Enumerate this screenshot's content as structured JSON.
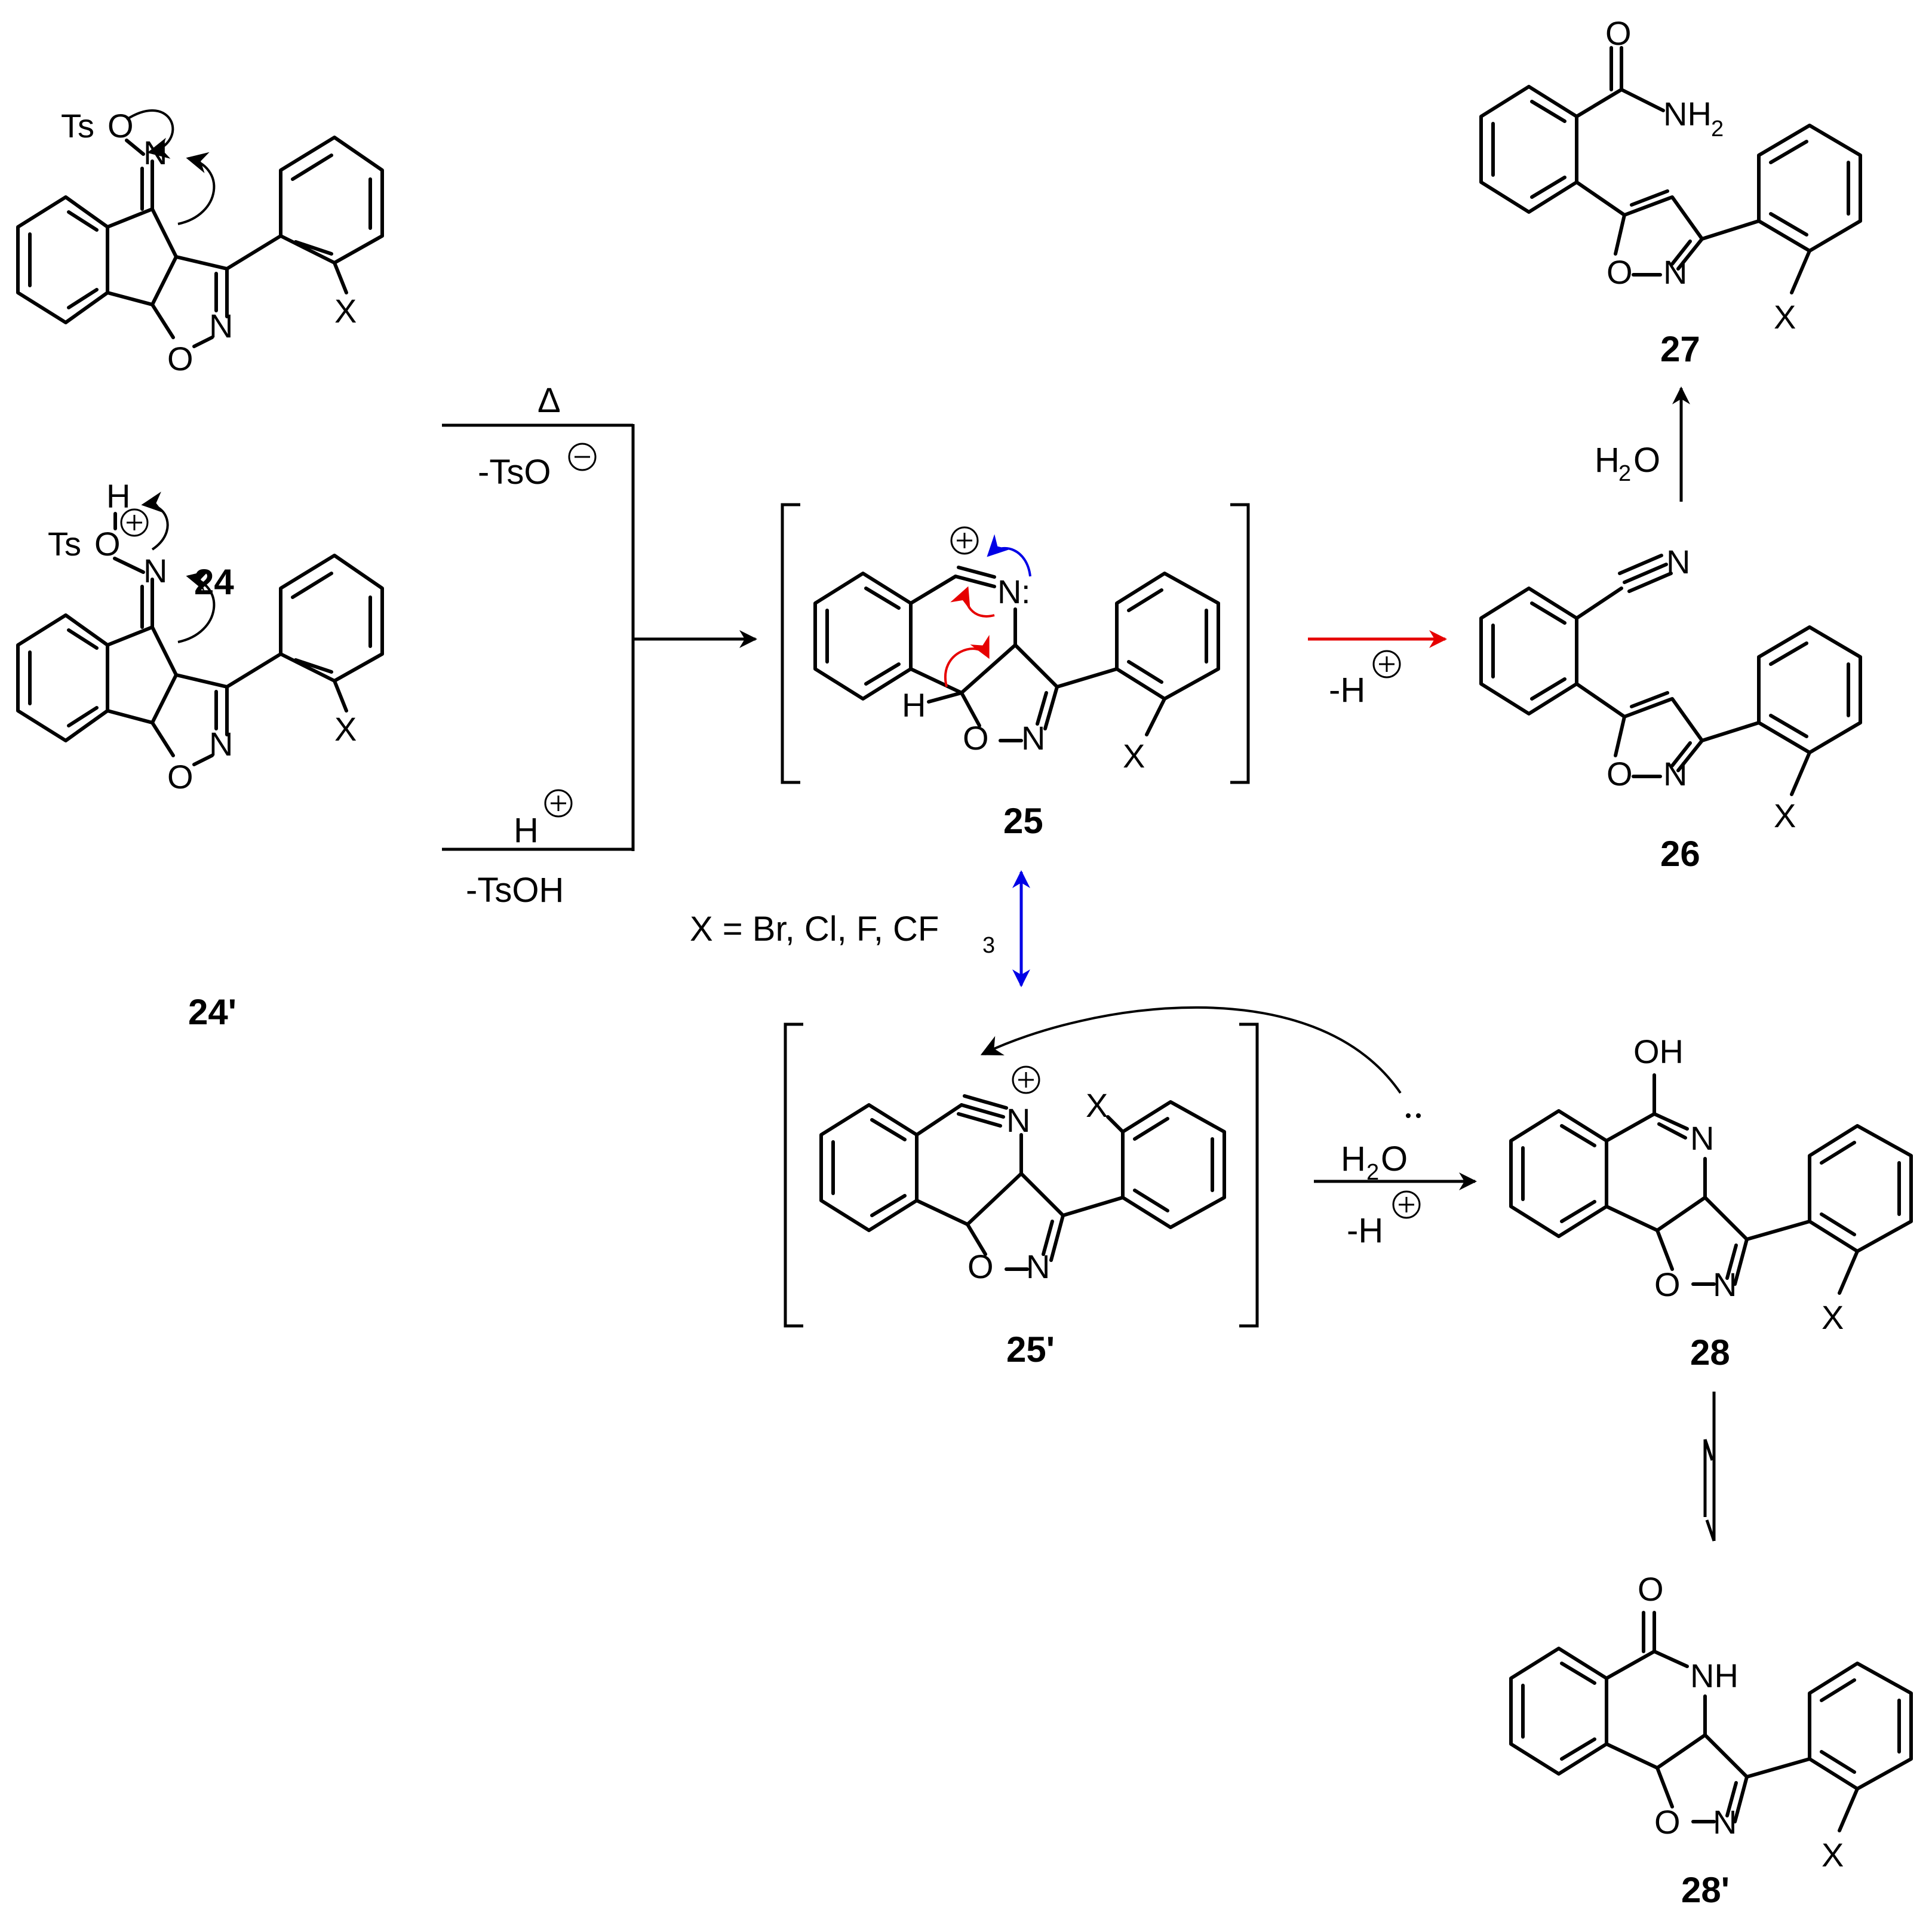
{
  "compounds": {
    "c24": {
      "label": "24"
    },
    "c24p": {
      "label": "24'"
    },
    "c25": {
      "label": "25"
    },
    "c25p": {
      "label": "25'"
    },
    "c26": {
      "label": "26"
    },
    "c27": {
      "label": "27"
    },
    "c28": {
      "label": "28"
    },
    "c28p": {
      "label": "28'"
    }
  },
  "atoms": {
    "ts": "Ts",
    "o": "O",
    "n": "N",
    "x": "X",
    "h": "H",
    "nh": "NH",
    "nh2_base": "NH",
    "nh2_sub": "2",
    "oh": "OH",
    "h2o_base": "H",
    "h2o_sub": "2",
    "h2o_o": "O",
    "colon": ":",
    "plus": "+",
    "minus": "−"
  },
  "conditions": {
    "delta": "Δ",
    "minus_tso": "-TsO",
    "h_plus": "H",
    "minus_tsoh": "-TsOH",
    "minus_h": "-H",
    "x_def_base": "X = Br, Cl, F, CF",
    "x_def_sub": "3"
  },
  "arrow_colors": {
    "main": "#000000",
    "red": "#e60000",
    "blue": "#0000e6"
  }
}
